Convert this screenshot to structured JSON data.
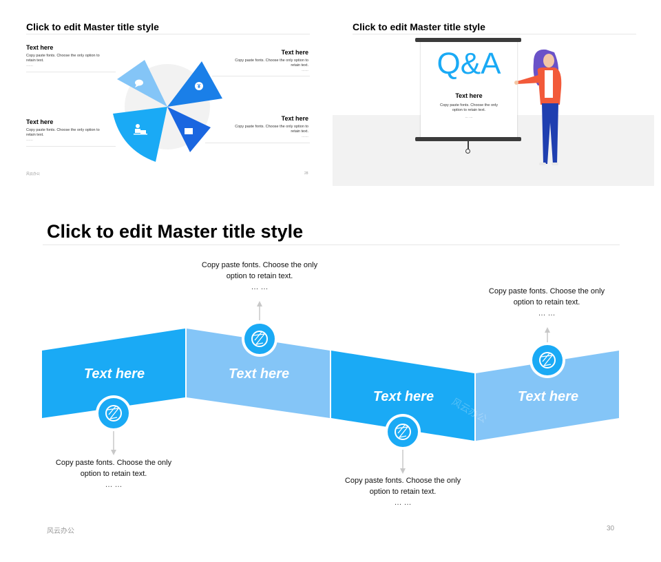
{
  "slide1": {
    "title": "Click to edit Master title style",
    "blocks": [
      {
        "heading": "Text here",
        "body": "Copy paste fonts. Choose the only option to retain text.",
        "dots": "……"
      },
      {
        "heading": "Text here",
        "body": "Copy paste fonts. Choose the only option to retain text.",
        "dots": "……"
      },
      {
        "heading": "Text here",
        "body": "Copy paste fonts. Choose the only option to retain text.",
        "dots": "……"
      },
      {
        "heading": "Text here",
        "body": "Copy paste fonts. Choose the only option to retain text.",
        "dots": "……"
      }
    ],
    "footer_left": "风云办公",
    "footer_right": "28"
  },
  "slide2": {
    "title": "Click to edit Master title style",
    "board_big": "Q&A",
    "board_heading": "Text here",
    "board_body": "Copy paste fonts. Choose the only option to retain text.",
    "board_dots": "… …"
  },
  "slide3": {
    "title": "Click to edit Master title style",
    "panels": [
      {
        "label": "Text here",
        "color": "#1aaaf5"
      },
      {
        "label": "Text here",
        "color": "#84c5f7"
      },
      {
        "label": "Text here",
        "color": "#1aaaf5"
      },
      {
        "label": "Text here",
        "color": "#84c5f7"
      }
    ],
    "captions": [
      {
        "text": "Copy paste fonts. Choose the only option to retain text.",
        "dots": "… …"
      },
      {
        "text": "Copy paste fonts. Choose the only option to retain text.",
        "dots": "… …"
      },
      {
        "text": "Copy paste fonts. Choose the only option to retain text.",
        "dots": "… …"
      },
      {
        "text": "Copy paste fonts. Choose the only option to retain text.",
        "dots": "… …"
      }
    ],
    "watermark": "风云办公",
    "footer_left": "风云办公",
    "footer_right": "30"
  },
  "colors": {
    "primary": "#1aaaf5",
    "light": "#84c5f7",
    "dark": "#1a66e0",
    "grey": "#f2f2f2"
  },
  "icons": [
    "chat-icon",
    "yen-icon",
    "laptop-user-icon",
    "building-icon",
    "network-icon"
  ]
}
